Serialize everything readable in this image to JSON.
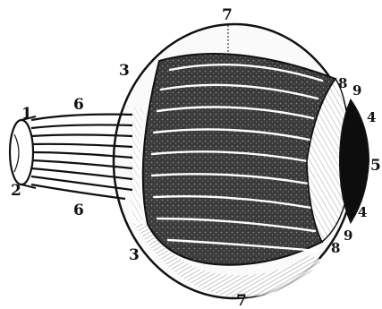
{
  "labels": {
    "optic_nerve_top": "1",
    "optic_nerve_bottom": "2",
    "sclera_upper": "3",
    "sclera_lower": "3",
    "ciliary_upper": "4",
    "ciliary_lower": "4",
    "lens": "5",
    "nerve_fibers_upper": "6",
    "nerve_fibers_lower": "6",
    "eyeball_top": "7",
    "eyeball_bottom": "7",
    "ora_upper": "8",
    "ora_lower": "8",
    "zonule_upper": "9",
    "zonule_lower": "9"
  },
  "colors": {
    "ink": "#111111",
    "paper": "#ffffff",
    "shade_dark": "#2a2a2a",
    "shade_mid": "#555555"
  }
}
